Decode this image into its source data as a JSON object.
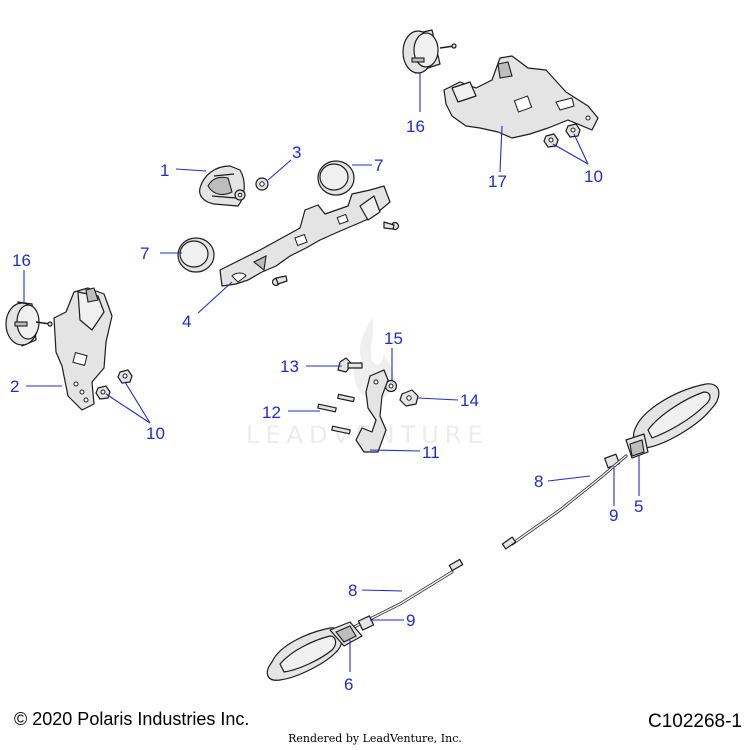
{
  "watermark": {
    "text": "LEADVENTURE"
  },
  "callouts": {
    "c1": "1",
    "c2": "2",
    "c3": "3",
    "c4": "4",
    "c5": "5",
    "c6": "6",
    "c7a": "7",
    "c7b": "7",
    "c8a": "8",
    "c8b": "8",
    "c9a": "9",
    "c9b": "9",
    "c10a": "10",
    "c10b": "10",
    "c11": "11",
    "c12": "12",
    "c13": "13",
    "c14": "14",
    "c15": "15",
    "c16a": "16",
    "c16b": "16",
    "c17": "17"
  },
  "footer": {
    "copyright": "© 2020 Polaris Industries Inc.",
    "code": "C102268-1",
    "rendered_by": "Rendered by LeadVenture, Inc."
  }
}
